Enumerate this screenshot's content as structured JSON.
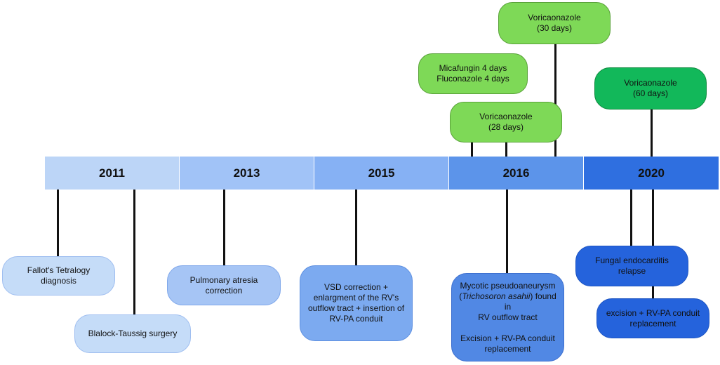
{
  "colors": {
    "year_segments": [
      "#bcd5f7",
      "#a1c3f7",
      "#86b1f4",
      "#5c94ea",
      "#2f6fe0"
    ],
    "box_fills": {
      "y2011": "#c5dcf8",
      "y2013": "#a6c5f5",
      "y2015": "#7caaf0",
      "y2016": "#5188e4",
      "y2020": "#2563dc",
      "green_light": "#7ed957",
      "green_dark": "#12b85a"
    },
    "connector": "#111111"
  },
  "timeline": {
    "years": [
      "2011",
      "2013",
      "2015",
      "2016",
      "2020"
    ]
  },
  "events_below": {
    "fallot": "Fallot's Tetralogy diagnosis",
    "blalock": "Blalock-Taussig surgery",
    "pulmonary": [
      "Pulmonary atresia",
      "correction"
    ],
    "vsd": [
      "VSD correction +",
      "enlargment of the RV's",
      "outflow tract + insertion of",
      "RV-PA conduit"
    ],
    "mycotic": {
      "line1": "Mycotic pseudoaneurysm",
      "line2_open": "(",
      "line2_italic": "Trichosoron asahii",
      "line2_close": ") found in",
      "line3": "RV outflow tract",
      "line4": "Excision + RV-PA conduit",
      "line5": "replacement"
    },
    "relapse": "Fungal endocarditis relapse",
    "excision2020": [
      "excision + RV-PA conduit",
      "replacement"
    ]
  },
  "events_above": {
    "vori30": [
      "Voricaonazole",
      "(30 days)"
    ],
    "mica": [
      "Micafungin 4 days",
      "Fluconazole 4 days"
    ],
    "vori28": [
      "Voricaonazole",
      "(28 days)"
    ],
    "vori60": [
      "Voricaonazole",
      "(60 days)"
    ]
  }
}
